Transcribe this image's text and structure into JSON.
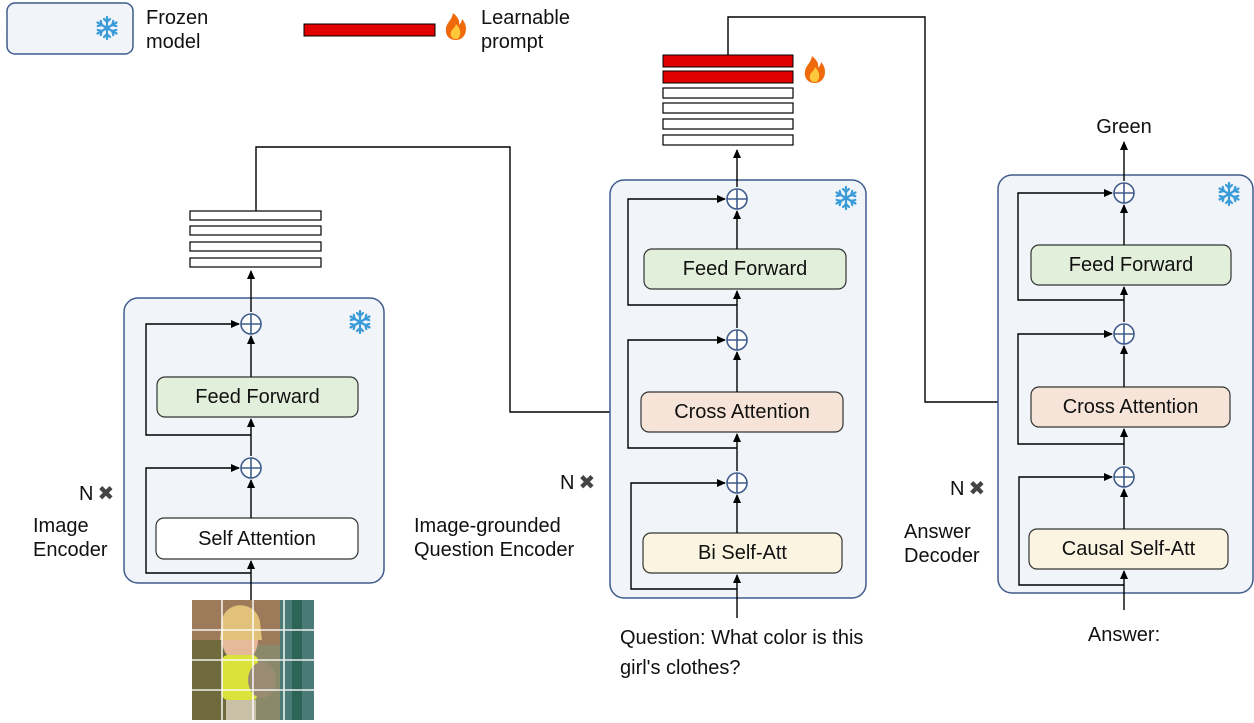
{
  "legend": {
    "frozen_label_line1": "Frozen",
    "frozen_label_line2": "model",
    "learnable_label_line1": "Learnable",
    "learnable_label_line2": "prompt"
  },
  "image_encoder": {
    "name_line1": "Image",
    "name_line2": "Encoder",
    "repeat_label": "N",
    "feed_forward": "Feed Forward",
    "self_attention": "Self Attention"
  },
  "question_encoder": {
    "name_line1": "Image-grounded",
    "name_line2": "Question Encoder",
    "repeat_label": "N",
    "feed_forward": "Feed Forward",
    "cross_attention": "Cross Attention",
    "self_att": "Bi Self-Att",
    "input_line1": "Question: What color is this",
    "input_line2": "girl's clothes?"
  },
  "answer_decoder": {
    "name_line1": "Answer",
    "name_line2": "Decoder",
    "repeat_label": "N",
    "feed_forward": "Feed Forward",
    "cross_attention": "Cross Attention",
    "self_att": "Causal Self-Att",
    "input": "Answer:",
    "output": "Green"
  },
  "icons": {
    "frozen": "snowflake-icon",
    "learnable": "fire-icon",
    "repeat": "cross-icon"
  },
  "colors": {
    "frozen_fill": "#f1f4f9",
    "frozen_border": "#3f5b8c",
    "feed_forward_fill": "#e2efdb",
    "cross_attention_fill": "#f6e4d8",
    "self_att_fill": "#fbf4e1",
    "prompt_red": "#e00000",
    "snowflake": "#3a9bd9",
    "flame": "#f06a0c"
  }
}
